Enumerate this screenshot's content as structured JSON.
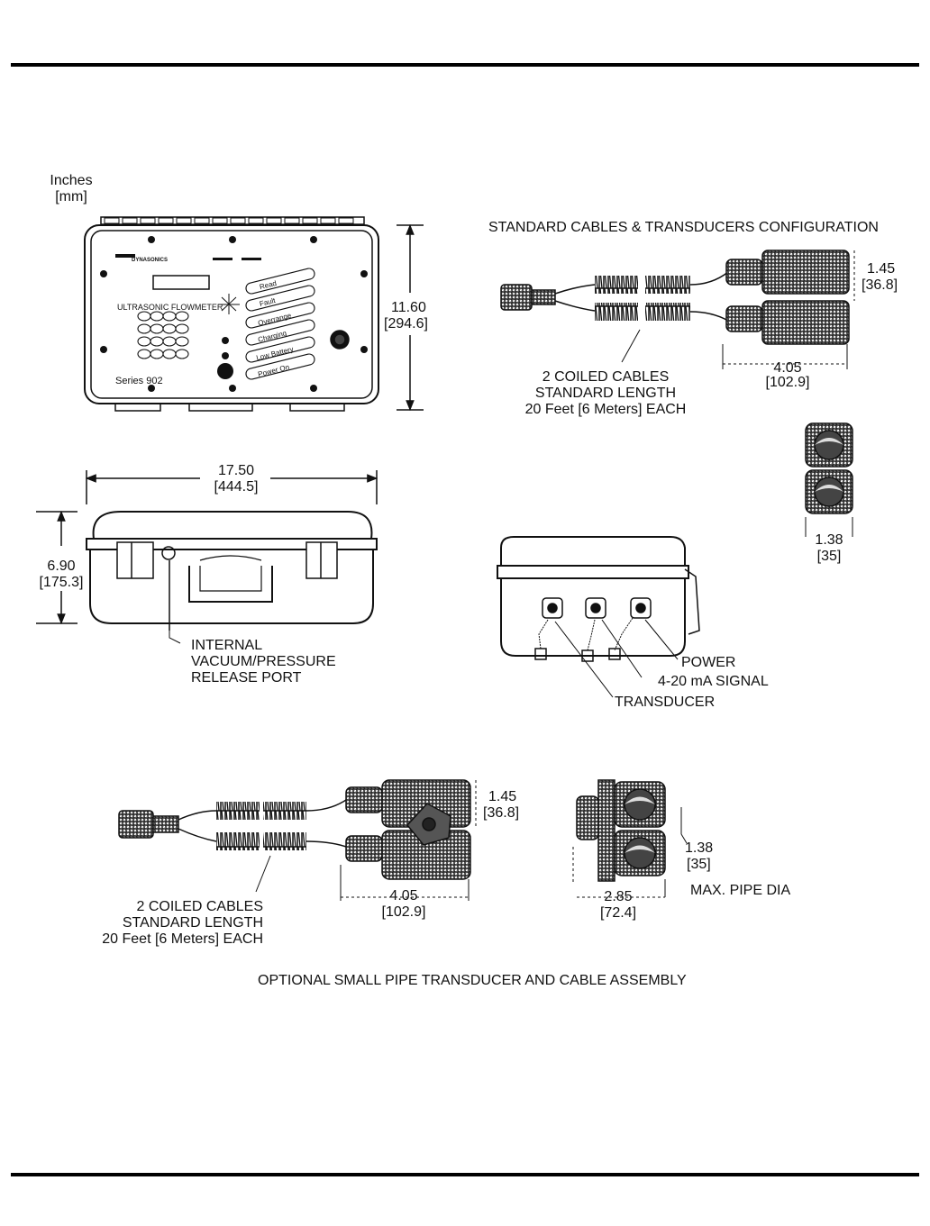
{
  "units": {
    "primary": "Inches",
    "secondary": "[mm]"
  },
  "meter": {
    "brand": "DYNASONICS",
    "title": "ULTRASONIC FLOWMETER",
    "series": "Series 902",
    "status_labels": [
      "Read",
      "Fault",
      "Overrange",
      "Charging",
      "Low Battery",
      "Power On"
    ],
    "height_in": "11.60",
    "height_mm": "[294.6]"
  },
  "case": {
    "width_in": "17.50",
    "width_mm": "[444.5]",
    "height_in": "6.90",
    "height_mm": "[175.3]",
    "port_callout": [
      "INTERNAL",
      "VACUUM/PRESSURE",
      "RELEASE PORT"
    ]
  },
  "standard": {
    "title": "STANDARD CABLES & TRANSDUCERS CONFIGURATION",
    "transducer_h_in": "1.45",
    "transducer_h_mm": "[36.8]",
    "transducer_l_in": "4.05",
    "transducer_l_mm": "[102.9]",
    "cables": [
      "2 COILED CABLES",
      "STANDARD LENGTH",
      "20 Feet [6 Meters] EACH"
    ],
    "face_in": "1.38",
    "face_mm": "[35]"
  },
  "connectors": {
    "power": "POWER",
    "signal": "4-20 mA SIGNAL",
    "transducer": "TRANSDUCER"
  },
  "optional": {
    "title": "OPTIONAL SMALL PIPE TRANSDUCER AND CABLE ASSEMBLY",
    "transducer_h_in": "1.45",
    "transducer_h_mm": "[36.8]",
    "transducer_l_in": "4.05",
    "transducer_l_mm": "[102.9]",
    "cables": [
      "2 COILED CABLES",
      "STANDARD LENGTH",
      "20 Feet [6 Meters] EACH"
    ],
    "face_in": "1.38",
    "face_mm": "[35]",
    "depth_in": "2.85",
    "depth_mm": "[72.4]",
    "max_pipe": "MAX. PIPE DIA"
  }
}
